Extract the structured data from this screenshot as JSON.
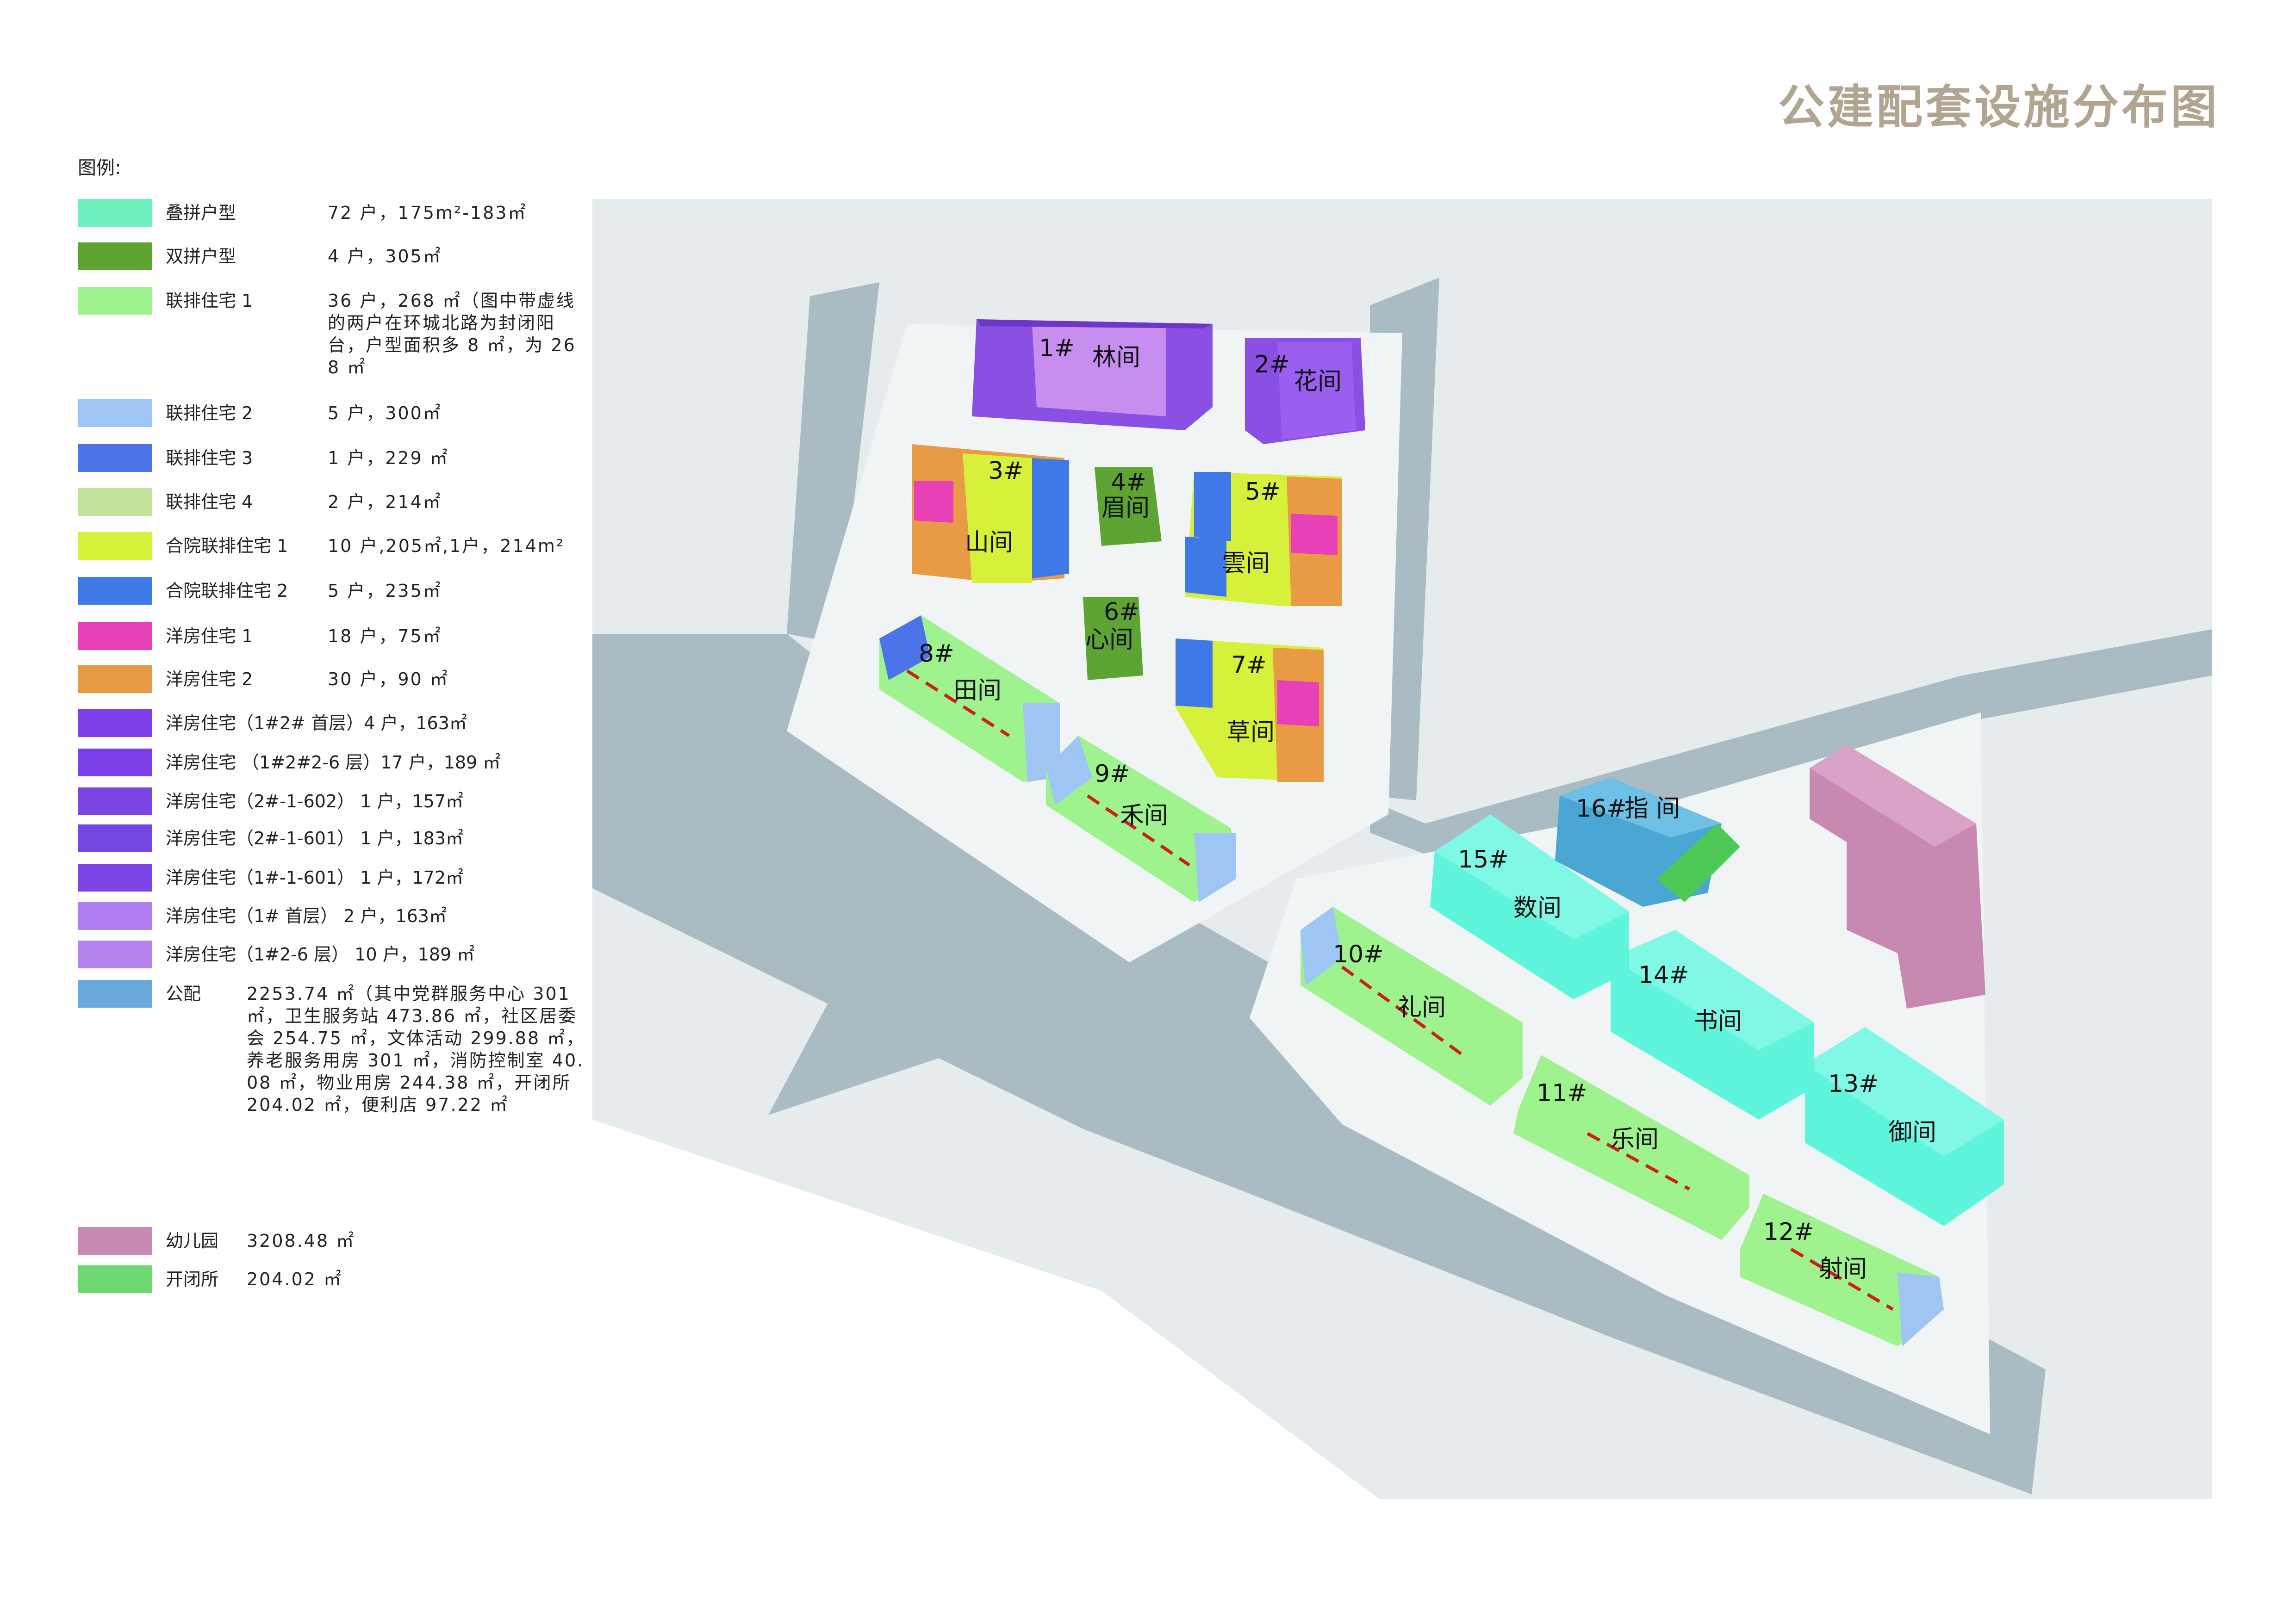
{
  "title": "公建配套设施分布图",
  "legend": {
    "heading": "图例:",
    "items": [
      {
        "name": "叠拼户型",
        "desc": "72 户，175m²-183㎡",
        "color": "#6ff0bf"
      },
      {
        "name": "双拼户型",
        "desc": "4 户，305㎡",
        "color": "#5ea433"
      },
      {
        "name": "联排住宅 1",
        "desc": "36 户，268 ㎡（图中带虚线的两户在环城北路为封闭阳台，户型面积多 8 ㎡，为 268 ㎡",
        "color": "#9ff38e"
      },
      {
        "name": "联排住宅 2",
        "desc": "5 户，300㎡",
        "color": "#9ec5f4"
      },
      {
        "name": "联排住宅 3",
        "desc": "1 户，229 ㎡",
        "color": "#4c73e8"
      },
      {
        "name": "联排住宅 4",
        "desc": "2 户，214㎡",
        "color": "#c3e39a"
      },
      {
        "name": "合院联排住宅 1",
        "desc": "10 户,205㎡,1户，214m²",
        "color": "#d7f03a"
      },
      {
        "name": "合院联排住宅 2",
        "desc": "5 户，235㎡",
        "color": "#3f79e8"
      },
      {
        "name": "洋房住宅 1",
        "desc": "18 户，75㎡",
        "color": "#e840b6"
      },
      {
        "name": "洋房住宅 2",
        "desc": "30 户，90 ㎡",
        "color": "#e89a45"
      },
      {
        "name": "洋房住宅（1#2# 首层）4 户，163㎡",
        "desc": "",
        "color": "#7c3fe8"
      },
      {
        "name": "洋房住宅 （1#2#2-6 层）17 户，189 ㎡",
        "desc": "",
        "color": "#7a40e6"
      },
      {
        "name": "洋房住宅（2#-1-602） 1 户，157㎡",
        "desc": "",
        "color": "#7b45e4"
      },
      {
        "name": "洋房住宅（2#-1-601） 1 户，183㎡",
        "desc": "",
        "color": "#7446e2"
      },
      {
        "name": "洋房住宅（1#-1-601） 1 户，172㎡",
        "desc": "",
        "color": "#7a44e6"
      },
      {
        "name": "洋房住宅（1# 首层） 2 户，163㎡",
        "desc": "",
        "color": "#b07ef0"
      },
      {
        "name": "洋房住宅（1#2-6 层） 10 户，189 ㎡",
        "desc": "",
        "color": "#b382ec"
      },
      {
        "name": "公配",
        "desc": "2253.74 ㎡（其中党群服务中心 301 ㎡，卫生服务站 473.86 ㎡，社区居委会 254.75 ㎡，文体活动 299.88 ㎡，养老服务用房 301 ㎡，消防控制室 40.08 ㎡，物业用房 244.38 ㎡，开闭所 204.02 ㎡，便利店 97.22 ㎡",
        "color": "#6ba9dc"
      },
      {
        "name": "幼儿园",
        "desc": "3208.48 ㎡",
        "color": "#c789b1"
      },
      {
        "name": "开闭所",
        "desc": "204.02 ㎡",
        "color": "#6ed870"
      }
    ]
  },
  "buildings": [
    {
      "num": "1#",
      "name": "林间"
    },
    {
      "num": "2#",
      "name": "花间"
    },
    {
      "num": "3#",
      "name": "山间"
    },
    {
      "num": "4#",
      "name": "眉间"
    },
    {
      "num": "5#",
      "name": "雲间"
    },
    {
      "num": "6#",
      "name": "心间"
    },
    {
      "num": "7#",
      "name": "草间"
    },
    {
      "num": "8#",
      "name": "田间"
    },
    {
      "num": "9#",
      "name": "禾间"
    },
    {
      "num": "10#",
      "name": "礼间"
    },
    {
      "num": "11#",
      "name": "乐间"
    },
    {
      "num": "12#",
      "name": "射间"
    },
    {
      "num": "13#",
      "name": "御间"
    },
    {
      "num": "14#",
      "name": "书间"
    },
    {
      "num": "15#",
      "name": "数间"
    },
    {
      "num": "16#",
      "name": "指 间"
    }
  ]
}
